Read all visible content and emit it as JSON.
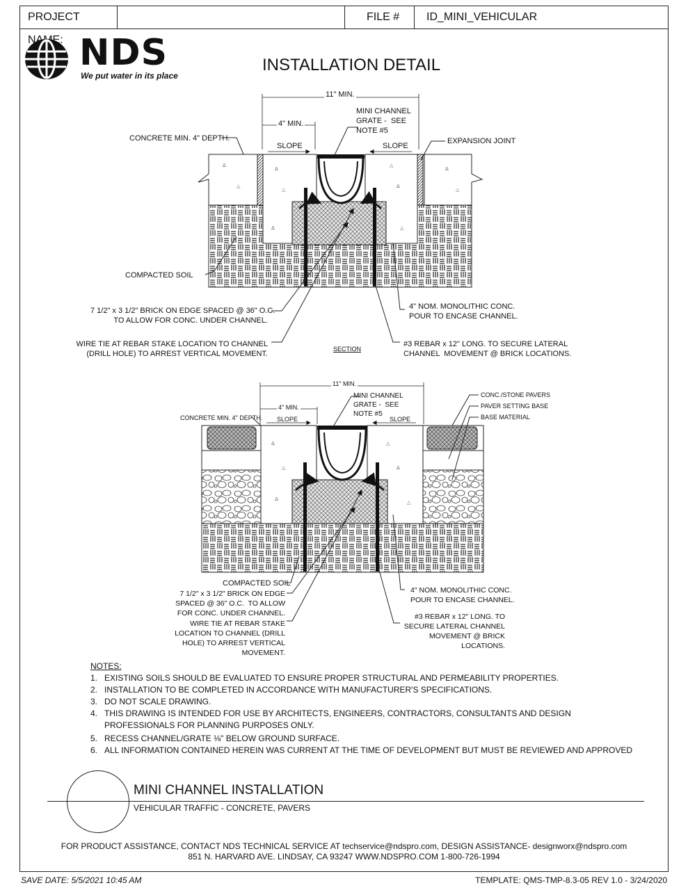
{
  "header": {
    "project_label": "PROJECT NAME:",
    "project_value": "",
    "file_label": "FILE #",
    "file_value": "ID_MINI_VEHICULAR"
  },
  "logo": {
    "brand": "NDS",
    "tagline": "We put water in its place"
  },
  "title": "INSTALLATION DETAIL",
  "section1": {
    "dim_total": "11\" MIN.",
    "dim_side": "4\" MIN.",
    "slope_left": "SLOPE",
    "slope_right": "SLOPE",
    "section_label": "SECTION",
    "labels": {
      "grate": "MINI CHANNEL\nGRATE -  SEE\nNOTE #5",
      "concrete": "CONCRETE MIN. 4\" DEPTH.",
      "expansion": "EXPANSION JOINT",
      "soil": "COMPACTED SOIL",
      "brick": "7 1/2\" x 3 1/2\" BRICK ON EDGE SPACED @ 36\" O.C.\nTO ALLOW FOR CONC. UNDER CHANNEL.",
      "wire": "WIRE TIE AT REBAR STAKE LOCATION TO CHANNEL\n(DRILL HOLE) TO ARREST VERTICAL MOVEMENT.",
      "pour": "4\" NOM. MONOLITHIC CONC.\nPOUR TO ENCASE CHANNEL.",
      "rebar": "#3 REBAR x 12\" LONG. TO SECURE LATERAL\nCHANNEL  MOVEMENT @ BRICK LOCATIONS."
    }
  },
  "section2": {
    "dim_total": "11\" MIN.",
    "dim_side": "4\" MIN.",
    "slope_left": "SLOPE",
    "slope_right": "SLOPE",
    "labels": {
      "grate": "MINI CHANNEL\nGRATE -  SEE\nNOTE #5",
      "concrete": "CONCRETE MIN. 4\" DEPTH.",
      "pavers": "CONC./STONE PAVERS",
      "setting": "PAVER SETTING BASE",
      "base": "BASE MATERIAL",
      "soil": "COMPACTED SOIL",
      "brick": "7 1/2\" x 3 1/2\" BRICK ON EDGE\nSPACED @ 36\" O.C.  TO ALLOW\nFOR CONC. UNDER CHANNEL.",
      "wire": "WIRE TIE AT REBAR STAKE\nLOCATION TO CHANNEL (DRILL\nHOLE) TO ARREST VERTICAL\nMOVEMENT.",
      "pour": "4\" NOM. MONOLITHIC CONC.\nPOUR TO ENCASE CHANNEL.",
      "rebar": "#3 REBAR x 12\" LONG. TO\nSECURE LATERAL CHANNEL\nMOVEMENT @ BRICK\nLOCATIONS."
    }
  },
  "notes": {
    "heading": "NOTES:",
    "items": [
      {
        "n": "1.",
        "text": "EXISTING SOILS SHOULD BE EVALUATED TO ENSURE PROPER STRUCTURAL AND PERMEABILITY PROPERTIES."
      },
      {
        "n": "2.",
        "text": "INSTALLATION TO BE COMPLETED IN ACCORDANCE WITH MANUFACTURER'S SPECIFICATIONS."
      },
      {
        "n": "3.",
        "text": "DO NOT SCALE DRAWING."
      },
      {
        "n": "4.",
        "text": "THIS DRAWING IS INTENDED FOR USE BY ARCHITECTS, ENGINEERS, CONTRACTORS, CONSULTANTS AND DESIGN PROFESSIONALS FOR PLANNING PURPOSES ONLY."
      },
      {
        "n": "5.",
        "text": "RECESS CHANNEL/GRATE ⅛\" BELOW GROUND SURFACE."
      },
      {
        "n": "6.",
        "text": "ALL INFORMATION CONTAINED HEREIN WAS CURRENT AT THE TIME OF DEVELOPMENT BUT MUST BE REVIEWED AND APPROVED"
      }
    ]
  },
  "titleblock": {
    "title": "MINI CHANNEL INSTALLATION",
    "subtitle": "VEHICULAR TRAFFIC - CONCRETE, PAVERS"
  },
  "footer": {
    "line1": "FOR PRODUCT ASSISTANCE, CONTACT NDS TECHNICAL SERVICE AT techservice@ndspro.com, DESIGN ASSISTANCE- designworx@ndspro.com",
    "line2": "851 N. HARVARD AVE. LINDSAY, CA 93247   WWW.NDSPRO.COM   1-800-726-1994"
  },
  "save_date": "SAVE DATE: 5/5/2021 10:45 AM",
  "template": "TEMPLATE: QMS-TMP-8.3-05 REV 1.0 - 3/24/2020"
}
